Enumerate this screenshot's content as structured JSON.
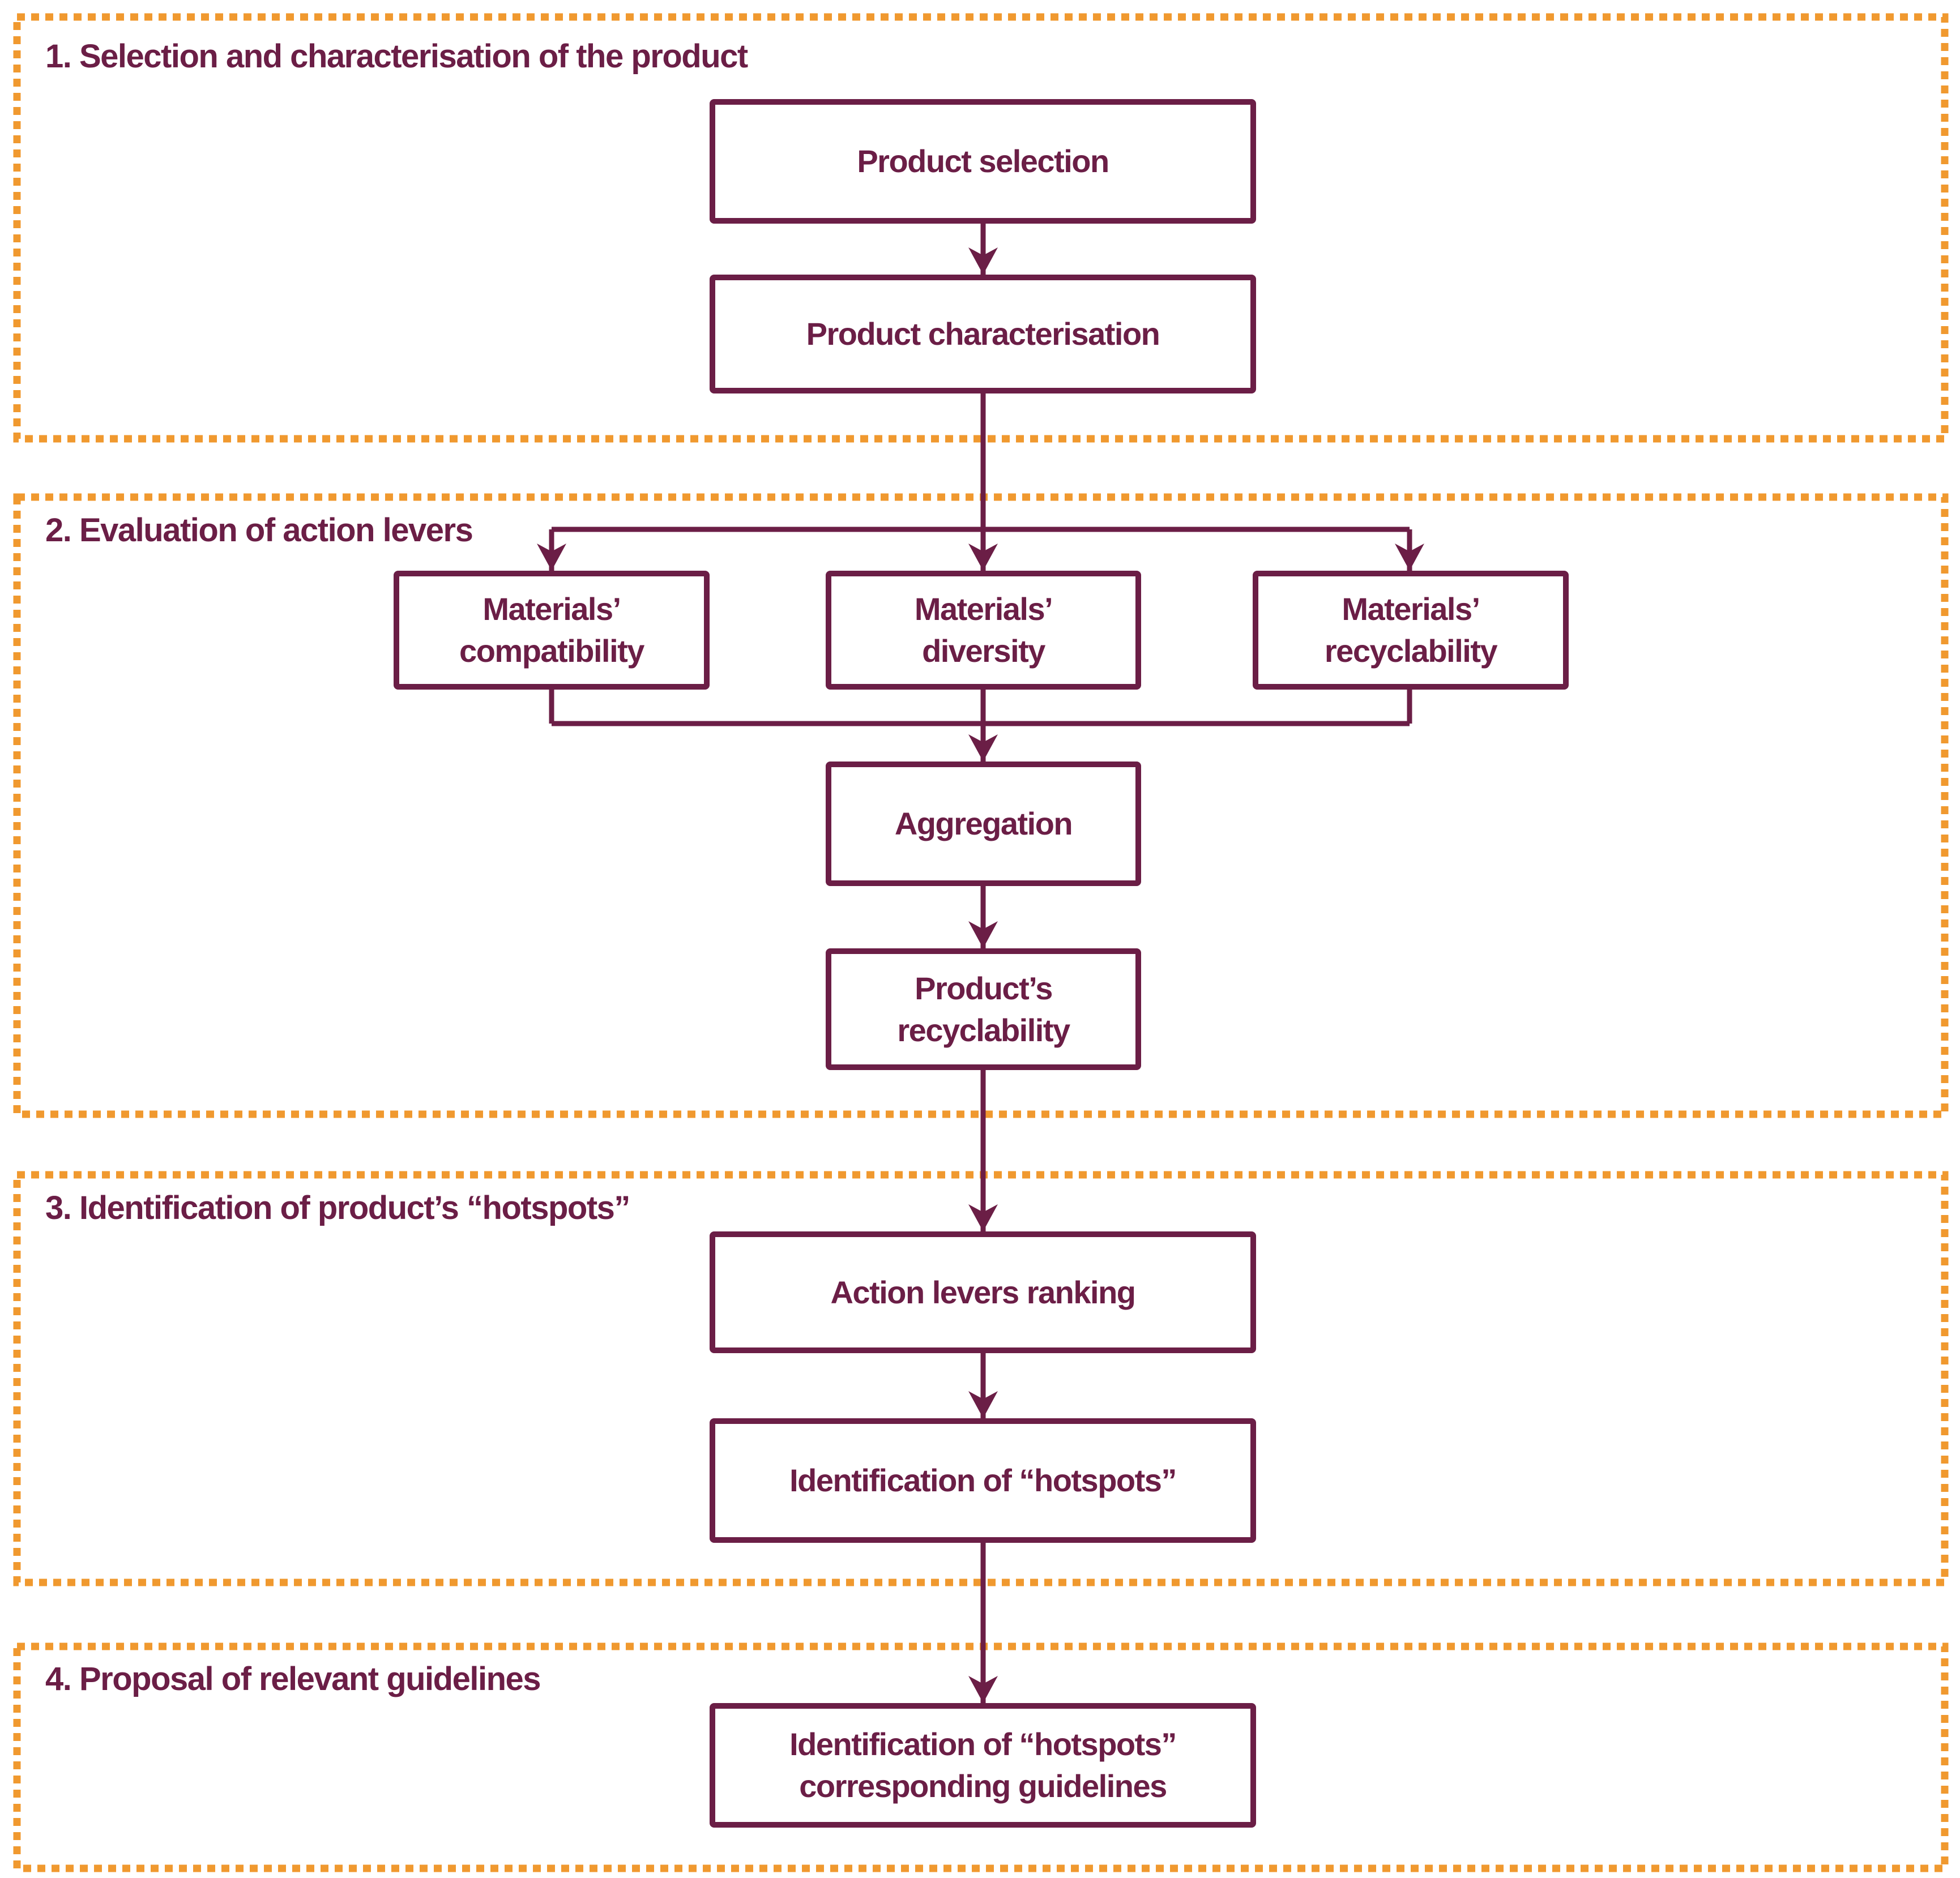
{
  "diagram": {
    "type": "flowchart",
    "colors": {
      "section_border_orange": "#F0992F",
      "node_maroon": "#6B1E46",
      "background": "#FFFFFF"
    },
    "sections": [
      {
        "title": "1. Selection and characterisation of the product"
      },
      {
        "title": "2. Evaluation of action levers"
      },
      {
        "title": "3. Identification of product’s “hotspots”"
      },
      {
        "title": "4. Proposal of relevant guidelines"
      }
    ],
    "boxes": {
      "product_selection": {
        "lines": [
          "Product selection"
        ]
      },
      "product_characterisation": {
        "lines": [
          "Product characterisation"
        ]
      },
      "materials_compatibility": {
        "lines": [
          "Materials’",
          "compatibility"
        ]
      },
      "materials_diversity": {
        "lines": [
          "Materials’",
          "diversity"
        ]
      },
      "materials_recyclability": {
        "lines": [
          "Materials’",
          "recyclability"
        ]
      },
      "aggregation": {
        "lines": [
          "Aggregation"
        ]
      },
      "products_recyclability": {
        "lines": [
          "Product’s",
          "recyclability"
        ]
      },
      "action_levers_ranking": {
        "lines": [
          "Action levers ranking"
        ]
      },
      "identification_hotspots": {
        "lines": [
          "Identification of “hotspots”"
        ]
      },
      "hotspots_guidelines": {
        "lines": [
          "Identification of “hotspots”",
          "corresponding guidelines"
        ]
      }
    },
    "edges": [
      {
        "from": "product_selection",
        "to": "product_characterisation"
      },
      {
        "from": "product_characterisation",
        "to": "materials_compatibility"
      },
      {
        "from": "product_characterisation",
        "to": "materials_diversity"
      },
      {
        "from": "product_characterisation",
        "to": "materials_recyclability"
      },
      {
        "from": "materials_compatibility",
        "to": "aggregation"
      },
      {
        "from": "materials_diversity",
        "to": "aggregation"
      },
      {
        "from": "materials_recyclability",
        "to": "aggregation"
      },
      {
        "from": "aggregation",
        "to": "products_recyclability"
      },
      {
        "from": "products_recyclability",
        "to": "action_levers_ranking"
      },
      {
        "from": "action_levers_ranking",
        "to": "identification_hotspots"
      },
      {
        "from": "identification_hotspots",
        "to": "hotspots_guidelines"
      }
    ]
  }
}
